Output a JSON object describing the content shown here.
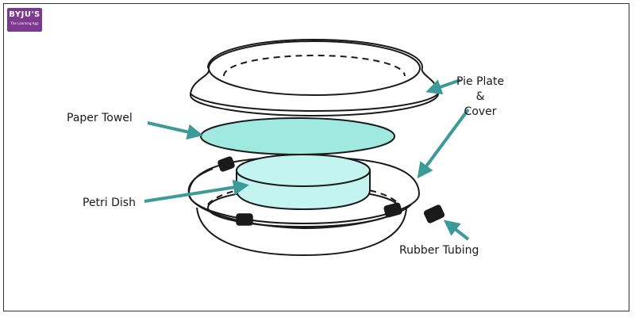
{
  "logo": {
    "text": "BYJU'S",
    "sub": "The Learning App"
  },
  "labels": {
    "paper_towel": "Paper Towel",
    "petri_dish": "Petri Dish",
    "pie_plate_line1": "Pie Plate",
    "pie_plate_line2": "&",
    "pie_plate_line3": "Cover",
    "rubber_tubing": "Rubber Tubing"
  },
  "colors": {
    "arrow": "#3c9a99",
    "paper_towel_fill": "#9fe9e0",
    "petri_fill": "#c3f4f0",
    "outline": "#1a1a1a",
    "logo": "#7b3a8f"
  }
}
